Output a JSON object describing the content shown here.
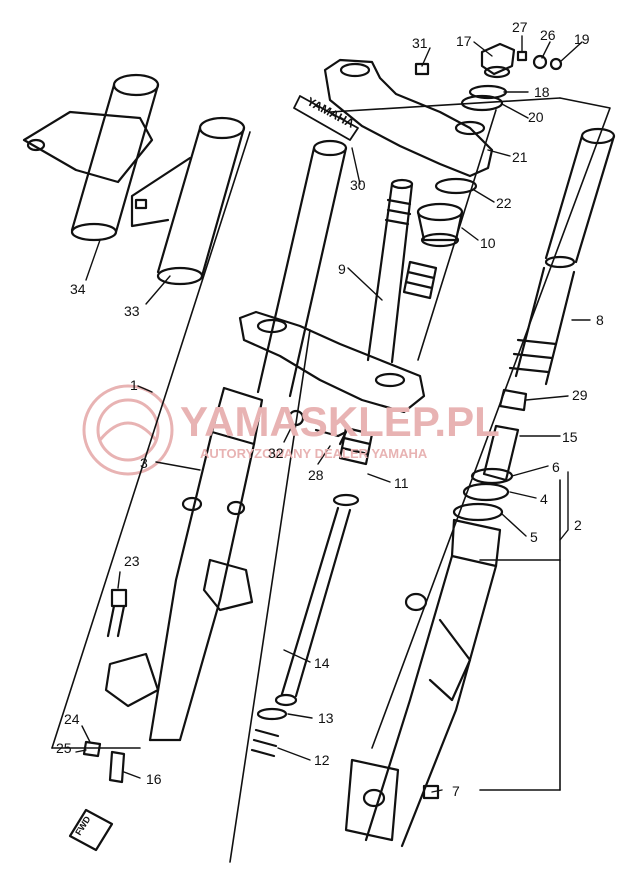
{
  "diagram": {
    "brand_text": "YAMAHA",
    "fwd_text": "FWD",
    "watermark": {
      "title": "YAMASKLEP.PL",
      "subtitle": "AUTORYZOWANY DEALER YAMAHA",
      "color": "#e4a5a5"
    },
    "callouts": {
      "p1": "1",
      "p2": "2",
      "p3": "3",
      "p4": "4",
      "p5": "5",
      "p6": "6",
      "p7": "7",
      "p8": "8",
      "p9": "9",
      "p10": "10",
      "p11": "11",
      "p12": "12",
      "p13": "13",
      "p14": "14",
      "p15": "15",
      "p16": "16",
      "p17": "17",
      "p18": "18",
      "p19": "19",
      "p20": "20",
      "p21": "21",
      "p22": "22",
      "p23": "23",
      "p24": "24",
      "p25": "25",
      "p26": "26",
      "p27": "27",
      "p28": "28",
      "p29": "29",
      "p30": "30",
      "p31": "31",
      "p32": "32",
      "p33": "33",
      "p34": "34"
    }
  }
}
